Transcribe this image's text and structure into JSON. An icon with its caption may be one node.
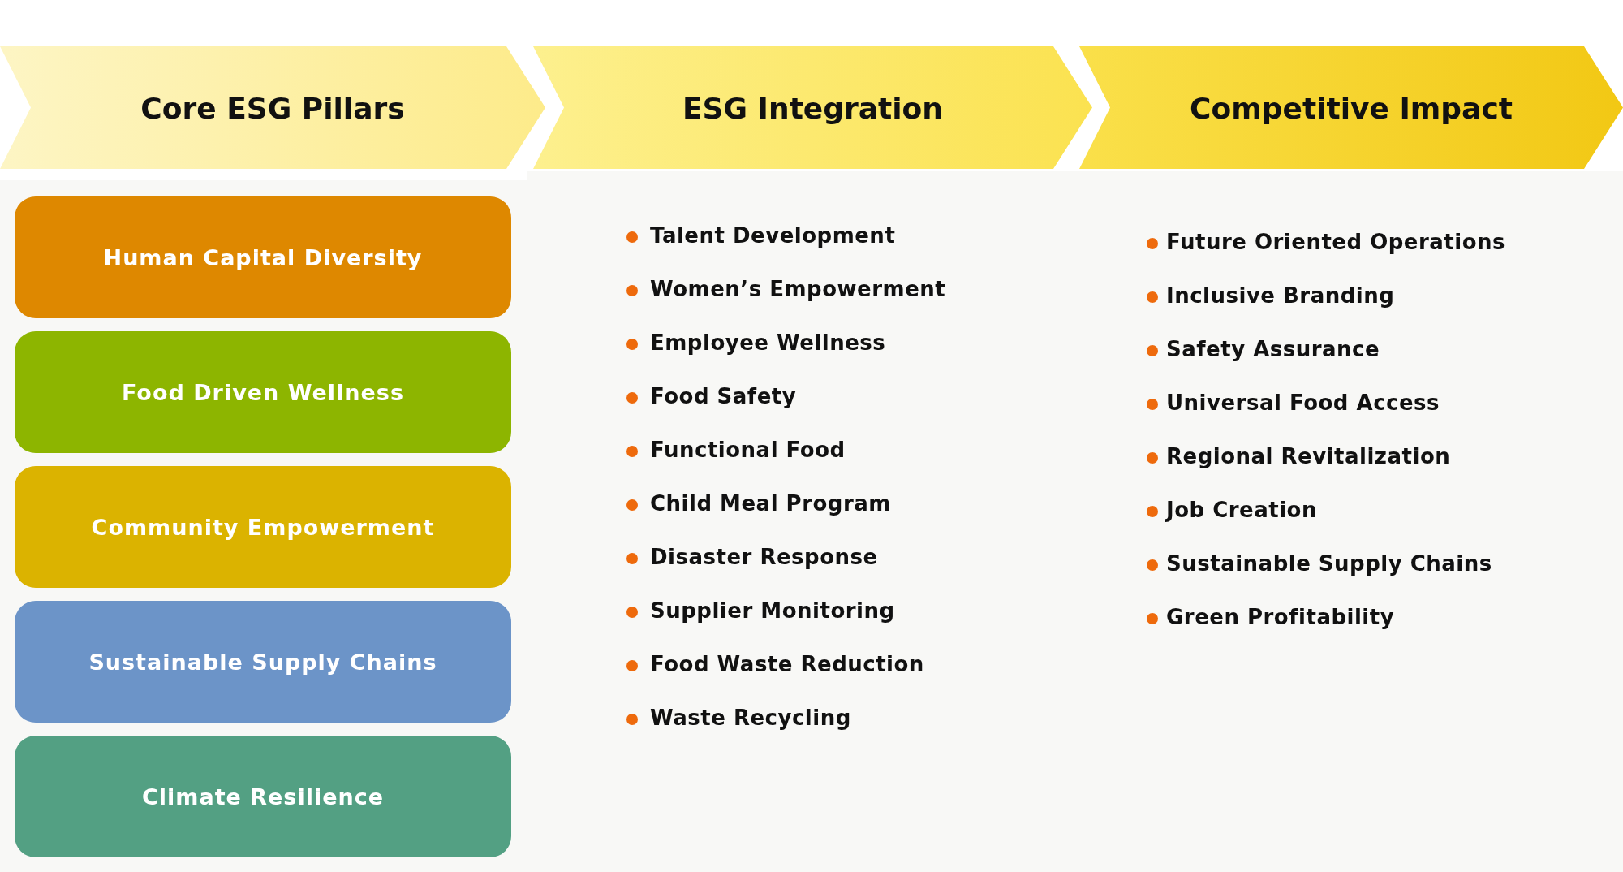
{
  "diagram": {
    "nodes": [
      {
        "text": [
          "Core ESG Pillars"
        ]
      },
      {
        "text": [
          "ESG Integration"
        ]
      },
      {
        "text": [
          "Competitive Impact"
        ]
      },
      {
        "text": [
          "Human Capital Diversity"
        ]
      },
      {
        "text": [
          "Food Driven Wellness"
        ]
      },
      {
        "text": [
          "Community Empowerment"
        ]
      },
      {
        "text": [
          "Sustainable Supply Chains"
        ]
      },
      {
        "text": [
          "Climate Resilience"
        ]
      }
    ],
    "labels": [
      "Talent Development",
      "Women’s Empowerment",
      "Employee Wellness",
      "Food Safety",
      "Functional Food",
      "Child Meal Program",
      "Disaster Response",
      "Supplier Monitoring",
      "Food Waste Reduction",
      "Waste Recycling",
      "Future Oriented Operations",
      "Inclusive Branding",
      "Safety Assurance",
      "Universal Food Access",
      "Regional Revitalization",
      "Job Creation",
      "Sustainable Supply Chains",
      "Green Profitability"
    ]
  }
}
